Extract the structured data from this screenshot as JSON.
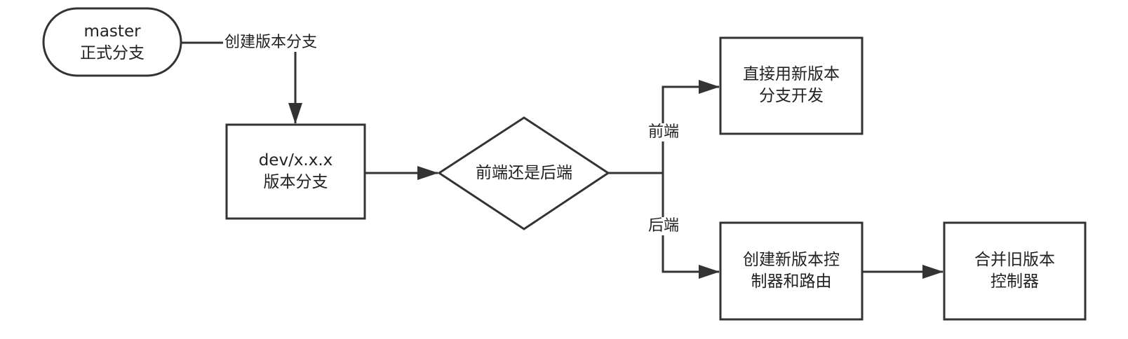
{
  "nodes": {
    "master": {
      "line1": "master",
      "line2": "正式分支"
    },
    "dev": {
      "line1": "dev/x.x.x",
      "line2": "版本分支"
    },
    "decision": {
      "text": "前端还是后端"
    },
    "frontend_action": {
      "line1": "直接用新版本",
      "line2": "分支开发"
    },
    "backend_action": {
      "line1": "创建新版本控",
      "line2": "制器和路由"
    },
    "merge_action": {
      "line1": "合并旧版本",
      "line2": "控制器"
    }
  },
  "edges": {
    "create_branch": "创建版本分支",
    "frontend": "前端",
    "backend": "后端"
  },
  "colors": {
    "stroke": "#333333",
    "text": "#222222",
    "background": "#ffffff"
  }
}
